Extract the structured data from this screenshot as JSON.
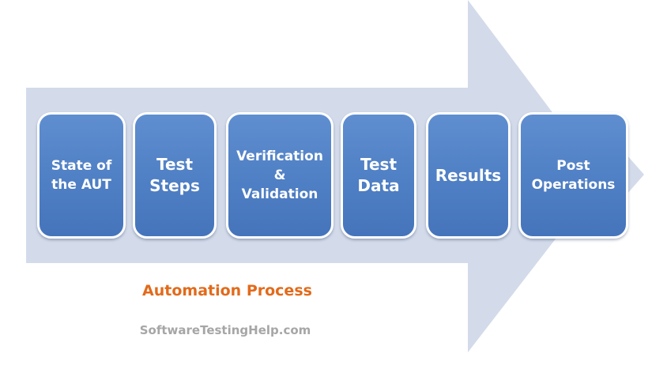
{
  "diagram": {
    "arrow_color": "#d3dbea",
    "box_color": "#4f7fc4",
    "steps": [
      {
        "label": "State of\nthe AUT"
      },
      {
        "label": "Test\nSteps"
      },
      {
        "label": "Verification\n&\nValidation"
      },
      {
        "label": "Test\nData"
      },
      {
        "label": "Results"
      },
      {
        "label": "Post\nOperations"
      }
    ]
  },
  "caption": {
    "title": "Automation Process",
    "title_color": "#e26a1b",
    "watermark": "SoftwareTestingHelp.com"
  }
}
